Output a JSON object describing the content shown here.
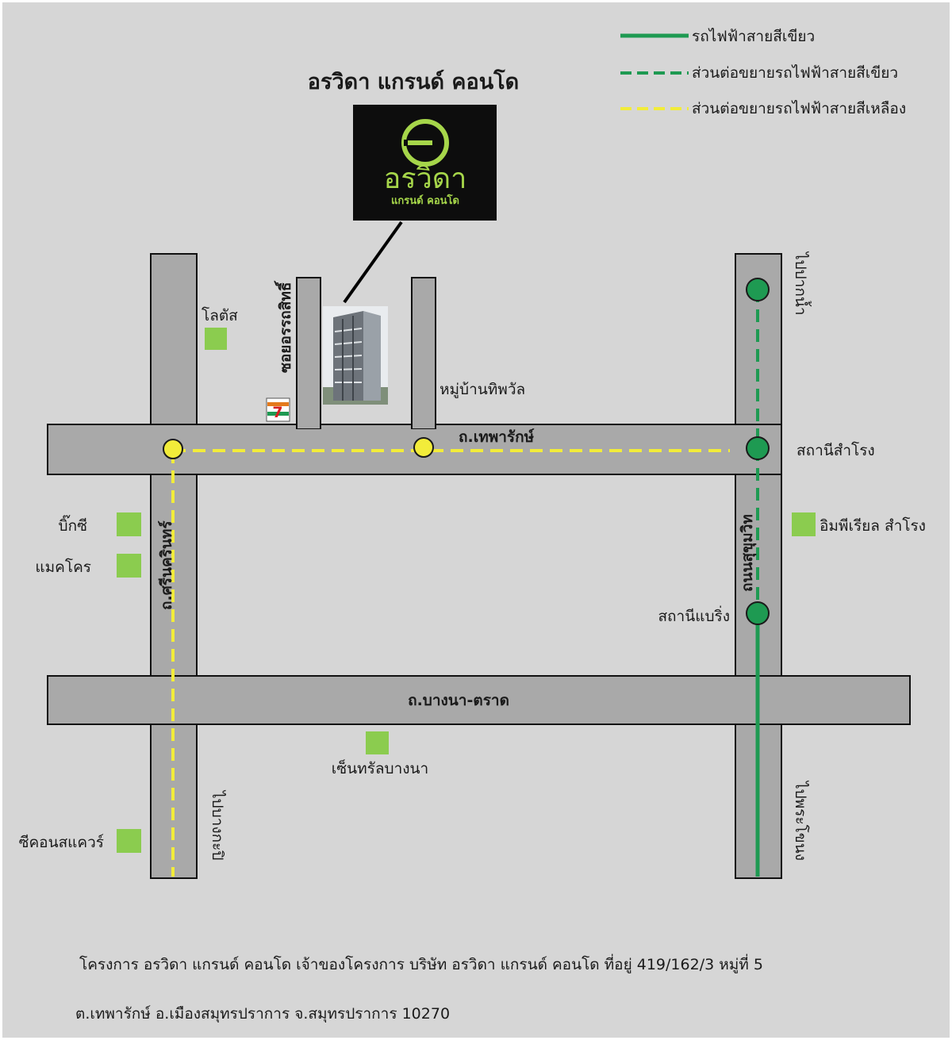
{
  "title": "อรวิดา แกรนด์ คอนโด",
  "logo": {
    "brand": "อรวิดา",
    "sub": "แกรนด์ คอนโด",
    "mark_color": "#a6d64a"
  },
  "legend": [
    {
      "label": "รถไฟฟ้าสายสีเขียว",
      "style": "solid",
      "color": "#1e9a52"
    },
    {
      "label": "ส่วนต่อขยายรถไฟฟ้าสายสีเขียว",
      "style": "dashed",
      "color": "#1e9a52"
    },
    {
      "label": "ส่วนต่อขยายรถไฟฟ้าสายสีเหลือง",
      "style": "dashed",
      "color": "#f2ec3a"
    }
  ],
  "roads": {
    "thepharak": "ถ.เทพารักษ์",
    "bangna_trat": "ถ.บางนา-ตราด",
    "srinakarin": "ถ.ศรีนครินทร์",
    "sukhumvit": "ถนนสุขุมวิท",
    "soi": "ซอยอรรถสิทธิ์"
  },
  "directions": {
    "pak_nam": "ไปปากน้ำ",
    "bang_kapi": "ไปบางกะปิ",
    "phra_khanong": "ไปพระโขนง"
  },
  "stations": {
    "samrong": "สถานีสำโรง",
    "bearing": "สถานีแบริ่ง"
  },
  "places": {
    "lotus": "โลตัส",
    "village": "หมู่บ้านทิพวัล",
    "bigc": "บิ๊กซี",
    "makro": "แมคโคร",
    "imperial": "อิมพีเรียล สำโรง",
    "central": "เซ็นทรัลบางนา",
    "seacon": "ซีคอนสแควร์"
  },
  "store_logo": "7",
  "colors": {
    "background": "#d6d6d6",
    "road": "#a9a9a9",
    "green_line": "#1e9a52",
    "yellow_line": "#f2ec3a",
    "landmark": "#8bcc4f"
  },
  "footer": {
    "line1": "โครงการ อรวิดา แกรนด์ คอนโด เจ้าของโครงการ บริษัท อรวิดา แกรนด์ คอนโด ที่อยู่ 419/162/3 หมู่ที่ 5",
    "line2": "ต.เทพารักษ์ อ.เมืองสมุทรปราการ  จ.สมุทรปราการ 10270"
  }
}
